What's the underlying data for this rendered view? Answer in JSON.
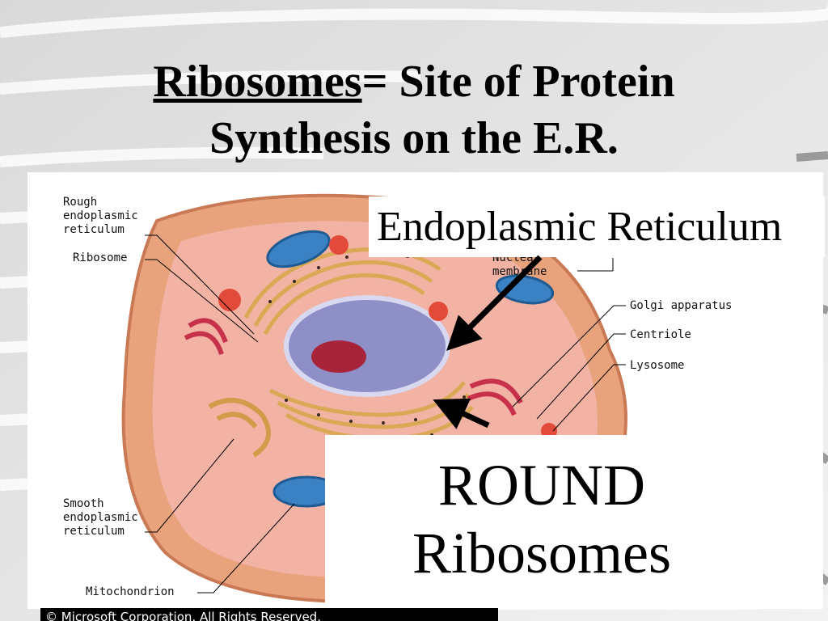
{
  "slide": {
    "title_underlined": "Ribosomes",
    "title_rest": "= Site of Protein",
    "title_line2": "Synthesis on the E.R."
  },
  "diagram": {
    "labels": {
      "rough_er_1": "Rough",
      "rough_er_2": "endoplasmic",
      "rough_er_3": "reticulum",
      "ribosome": "Ribosome",
      "nuclear_1": "Nuclear",
      "nuclear_2": "membrane",
      "golgi": "Golgi apparatus",
      "centriole": "Centriole",
      "lysosome": "Lysosome",
      "smooth_er_1": "Smooth",
      "smooth_er_2": "endoplasmic",
      "smooth_er_3": "reticulum",
      "mitochondrion": "Mitochondrion"
    },
    "copyright": "© Microsoft Corporation. All Rights Reserved.",
    "colors": {
      "cell_outer": "#e8a27c",
      "cytoplasm": "#f2b3a5",
      "nucleus": "#8f8fc8",
      "nucleolus": "#a8243a",
      "mitochondria": "#3a82c4",
      "er": "#e9c98a",
      "golgi": "#c8314a"
    }
  },
  "callouts": {
    "endoplasmic_reticulum": "Endoplasmic Reticulum",
    "round_line1": "ROUND",
    "round_line2": "Ribosomes"
  }
}
